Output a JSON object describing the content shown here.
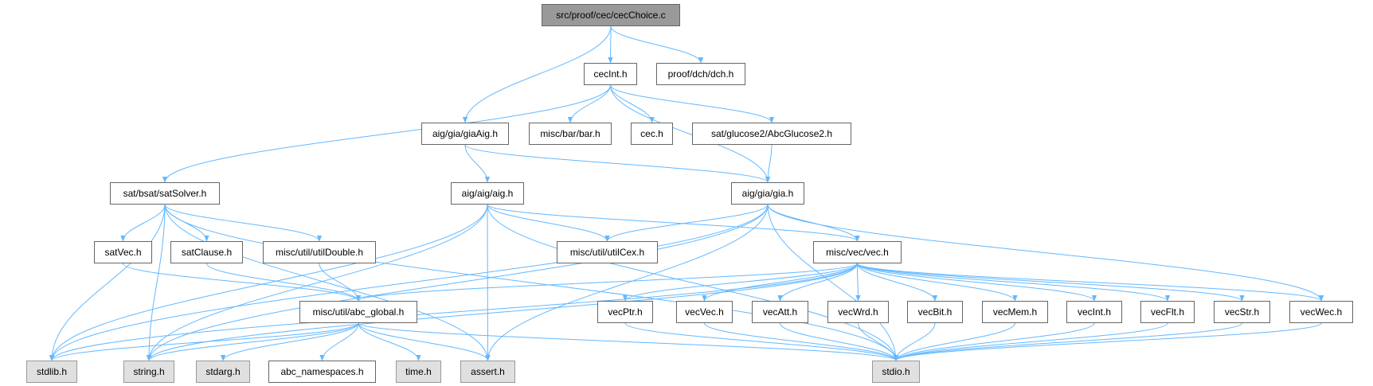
{
  "graph": {
    "edge_color": "#63b8ff",
    "nodes": [
      {
        "id": "root",
        "label": "src/proof/cec/cecChoice.c",
        "kind": "root"
      },
      {
        "id": "cecInt",
        "label": "cecInt.h",
        "kind": "normal"
      },
      {
        "id": "dch",
        "label": "proof/dch/dch.h",
        "kind": "normal"
      },
      {
        "id": "giaAig",
        "label": "aig/gia/giaAig.h",
        "kind": "normal"
      },
      {
        "id": "bar",
        "label": "misc/bar/bar.h",
        "kind": "normal"
      },
      {
        "id": "cec",
        "label": "cec.h",
        "kind": "normal"
      },
      {
        "id": "glucose",
        "label": "sat/glucose2/AbcGlucose2.h",
        "kind": "normal"
      },
      {
        "id": "satSolver",
        "label": "sat/bsat/satSolver.h",
        "kind": "normal"
      },
      {
        "id": "aig",
        "label": "aig/aig/aig.h",
        "kind": "normal"
      },
      {
        "id": "gia",
        "label": "aig/gia/gia.h",
        "kind": "normal"
      },
      {
        "id": "satVec",
        "label": "satVec.h",
        "kind": "normal"
      },
      {
        "id": "satClause",
        "label": "satClause.h",
        "kind": "normal"
      },
      {
        "id": "utilDouble",
        "label": "misc/util/utilDouble.h",
        "kind": "normal"
      },
      {
        "id": "utilCex",
        "label": "misc/util/utilCex.h",
        "kind": "normal"
      },
      {
        "id": "vec",
        "label": "misc/vec/vec.h",
        "kind": "normal"
      },
      {
        "id": "abcGlobal",
        "label": "misc/util/abc_global.h",
        "kind": "normal"
      },
      {
        "id": "vecPtr",
        "label": "vecPtr.h",
        "kind": "normal"
      },
      {
        "id": "vecVec",
        "label": "vecVec.h",
        "kind": "normal"
      },
      {
        "id": "vecAtt",
        "label": "vecAtt.h",
        "kind": "normal"
      },
      {
        "id": "vecWrd",
        "label": "vecWrd.h",
        "kind": "normal"
      },
      {
        "id": "vecBit",
        "label": "vecBit.h",
        "kind": "normal"
      },
      {
        "id": "vecMem",
        "label": "vecMem.h",
        "kind": "normal"
      },
      {
        "id": "vecInt",
        "label": "vecInt.h",
        "kind": "normal"
      },
      {
        "id": "vecFlt",
        "label": "vecFlt.h",
        "kind": "normal"
      },
      {
        "id": "vecStr",
        "label": "vecStr.h",
        "kind": "normal"
      },
      {
        "id": "vecWec",
        "label": "vecWec.h",
        "kind": "normal"
      },
      {
        "id": "stdlib",
        "label": "stdlib.h",
        "kind": "system"
      },
      {
        "id": "string",
        "label": "string.h",
        "kind": "system"
      },
      {
        "id": "stdarg",
        "label": "stdarg.h",
        "kind": "system"
      },
      {
        "id": "abcNs",
        "label": "abc_namespaces.h",
        "kind": "normal"
      },
      {
        "id": "time",
        "label": "time.h",
        "kind": "system"
      },
      {
        "id": "assert",
        "label": "assert.h",
        "kind": "system"
      },
      {
        "id": "stdio",
        "label": "stdio.h",
        "kind": "system"
      }
    ],
    "edges": [
      [
        "root",
        "cecInt"
      ],
      [
        "root",
        "giaAig"
      ],
      [
        "root",
        "dch"
      ],
      [
        "cecInt",
        "satSolver"
      ],
      [
        "cecInt",
        "bar"
      ],
      [
        "cecInt",
        "cec"
      ],
      [
        "cecInt",
        "glucose"
      ],
      [
        "cecInt",
        "gia"
      ],
      [
        "giaAig",
        "aig"
      ],
      [
        "giaAig",
        "gia"
      ],
      [
        "glucose",
        "gia"
      ],
      [
        "satSolver",
        "stdlib"
      ],
      [
        "satSolver",
        "string"
      ],
      [
        "satSolver",
        "assert"
      ],
      [
        "satSolver",
        "satVec"
      ],
      [
        "satSolver",
        "satClause"
      ],
      [
        "satSolver",
        "utilDouble"
      ],
      [
        "satSolver",
        "stdio"
      ],
      [
        "aig",
        "stdlib"
      ],
      [
        "aig",
        "string"
      ],
      [
        "aig",
        "utilCex"
      ],
      [
        "aig",
        "vec"
      ],
      [
        "aig",
        "assert"
      ],
      [
        "aig",
        "stdio"
      ],
      [
        "gia",
        "utilCex"
      ],
      [
        "gia",
        "vec"
      ],
      [
        "gia",
        "stdlib"
      ],
      [
        "gia",
        "string"
      ],
      [
        "gia",
        "assert"
      ],
      [
        "gia",
        "vecWec"
      ],
      [
        "gia",
        "stdio"
      ],
      [
        "vec",
        "abcGlobal"
      ],
      [
        "vec",
        "stdlib"
      ],
      [
        "vec",
        "string"
      ],
      [
        "vec",
        "vecPtr"
      ],
      [
        "vec",
        "vecVec"
      ],
      [
        "vec",
        "vecAtt"
      ],
      [
        "vec",
        "vecWrd"
      ],
      [
        "vec",
        "vecBit"
      ],
      [
        "vec",
        "vecMem"
      ],
      [
        "vec",
        "vecInt"
      ],
      [
        "vec",
        "vecFlt"
      ],
      [
        "vec",
        "vecStr"
      ],
      [
        "vec",
        "vecWec"
      ],
      [
        "satVec",
        "abcGlobal"
      ],
      [
        "satClause",
        "abcGlobal"
      ],
      [
        "utilDouble",
        "abcGlobal"
      ],
      [
        "abcGlobal",
        "stdlib"
      ],
      [
        "abcGlobal",
        "string"
      ],
      [
        "abcGlobal",
        "stdarg"
      ],
      [
        "abcGlobal",
        "abcNs"
      ],
      [
        "abcGlobal",
        "time"
      ],
      [
        "abcGlobal",
        "assert"
      ],
      [
        "abcGlobal",
        "stdio"
      ],
      [
        "vecPtr",
        "stdio"
      ],
      [
        "vecVec",
        "stdio"
      ],
      [
        "vecAtt",
        "stdio"
      ],
      [
        "vecWrd",
        "stdio"
      ],
      [
        "vecBit",
        "stdio"
      ],
      [
        "vecMem",
        "stdio"
      ],
      [
        "vecInt",
        "stdio"
      ],
      [
        "vecFlt",
        "stdio"
      ],
      [
        "vecStr",
        "stdio"
      ],
      [
        "vecWec",
        "stdio"
      ]
    ]
  }
}
